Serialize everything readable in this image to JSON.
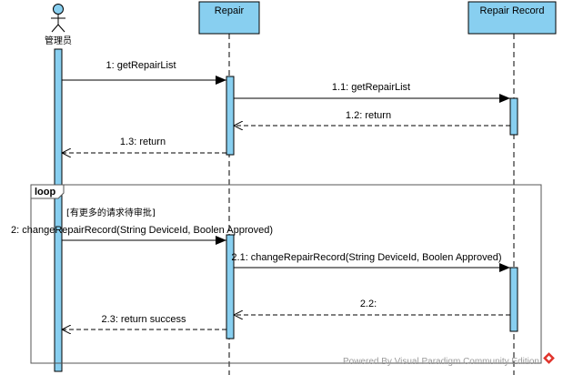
{
  "diagram": {
    "type": "sequence",
    "lifelines": [
      {
        "id": "admin",
        "label": "管理员",
        "kind": "actor"
      },
      {
        "id": "repair",
        "label": "Repair",
        "kind": "object"
      },
      {
        "id": "record",
        "label": "Repair Record",
        "kind": "object"
      }
    ],
    "messages": [
      {
        "id": "m1",
        "label": "1: getRepairList",
        "from": "admin",
        "to": "repair",
        "kind": "call"
      },
      {
        "id": "m11",
        "label": "1.1: getRepairList",
        "from": "repair",
        "to": "record",
        "kind": "call"
      },
      {
        "id": "m12",
        "label": "1.2: return",
        "from": "record",
        "to": "repair",
        "kind": "return"
      },
      {
        "id": "m13",
        "label": "1.3: return",
        "from": "repair",
        "to": "admin",
        "kind": "return"
      },
      {
        "id": "m2",
        "label": "2: changeRepairRecord(String DeviceId, Boolen Approved)",
        "from": "admin",
        "to": "repair",
        "kind": "call"
      },
      {
        "id": "m21",
        "label": "2.1: changeRepairRecord(String DeviceId, Boolen Approved)",
        "from": "repair",
        "to": "record",
        "kind": "call"
      },
      {
        "id": "m22",
        "label": "2.2:",
        "from": "record",
        "to": "repair",
        "kind": "return"
      },
      {
        "id": "m23",
        "label": "2.3: return success",
        "from": "repair",
        "to": "admin",
        "kind": "return"
      }
    ],
    "fragment": {
      "operator": "loop",
      "guard": "[有更多的请求待审批]"
    },
    "watermark": "Powered By  Visual Paradigm Community Edition"
  },
  "colors": {
    "fill": "#88cff0",
    "stroke": "#000000",
    "frame": "#555555",
    "watermark": "#9a9a9a",
    "logo": "#e0342c"
  }
}
